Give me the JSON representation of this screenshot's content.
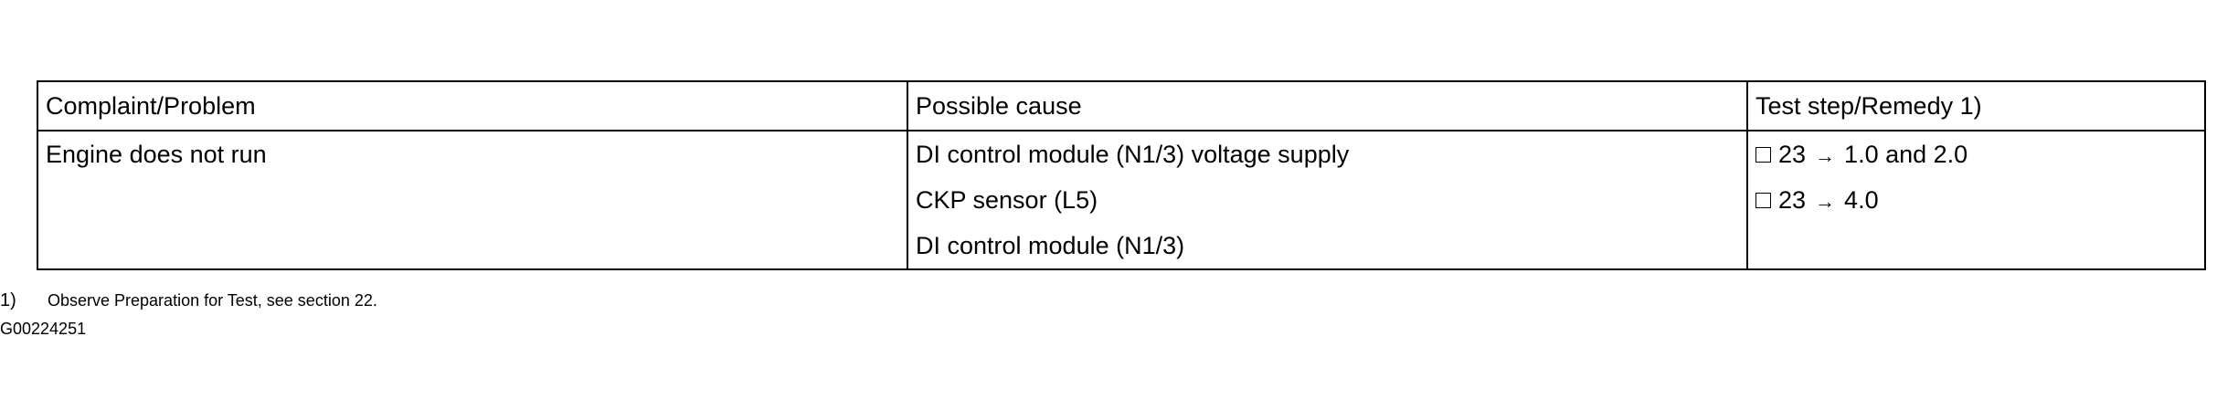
{
  "table": {
    "headers": [
      "Complaint/Problem",
      "Possible cause",
      "Test step/Remedy 1)"
    ],
    "complaint": "Engine does not run",
    "causes": [
      "DI control module (N1/3) voltage supply",
      "CKP sensor (L5)",
      "DI control module (N1/3)"
    ],
    "steps": [
      {
        "ref": "23",
        "action": "1.0 and 2.0"
      },
      {
        "ref": "23",
        "action": "4.0"
      }
    ],
    "arrow": "→"
  },
  "footnote": {
    "number": "1)",
    "text": "Observe Preparation for Test, see section 22."
  },
  "doc_id": "G00224251"
}
